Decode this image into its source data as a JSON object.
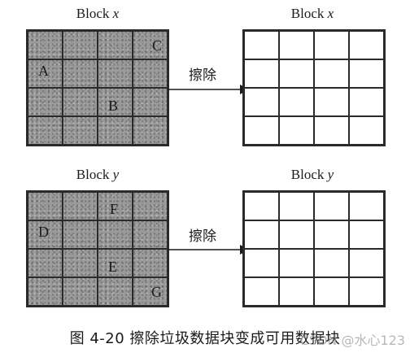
{
  "top_row": {
    "left_title": {
      "prefix": "Block ",
      "var": "x"
    },
    "right_title": {
      "prefix": "Block ",
      "var": "x"
    },
    "arrow_label": "擦除",
    "left_cells": [
      "",
      "",
      "",
      "C",
      "A",
      "",
      "",
      "",
      "",
      "",
      "B",
      "",
      "",
      "",
      "",
      ""
    ]
  },
  "bottom_row": {
    "left_title": {
      "prefix": "Block ",
      "var": "y"
    },
    "right_title": {
      "prefix": "Block ",
      "var": "y"
    },
    "arrow_label": "擦除",
    "left_cells": [
      "",
      "",
      "F",
      "",
      "D",
      "",
      "",
      "",
      "",
      "",
      "E",
      "",
      "",
      "",
      "",
      "G"
    ]
  },
  "caption": "图 4-20    擦除垃圾数据块变成可用数据块",
  "watermark": "CSDN @水心123"
}
